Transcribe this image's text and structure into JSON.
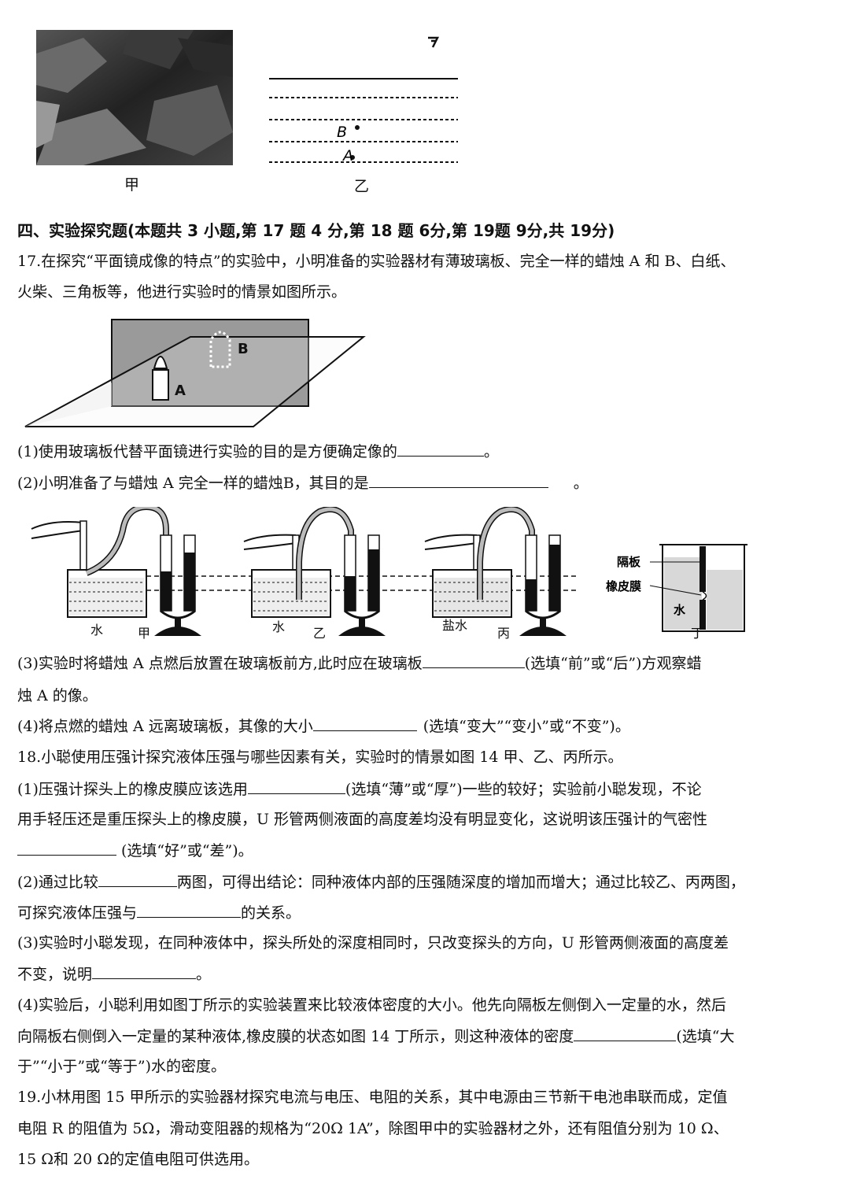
{
  "top_figures": {
    "cap_jia": "甲",
    "cap_yi": "乙",
    "label_b": "B",
    "label_a": "A"
  },
  "section4": {
    "heading": "四、实验探究题(本题共 3 小题,第 17 题 4 分,第 18 题 6分,第 19题 9分,共 19分)"
  },
  "q17": {
    "line1": "17.在探究“平面镜成像的特点”的实验中，小明准备的实验器材有薄玻璃板、完全一样的蜡烛 A 和 B、白纸、",
    "line2": "火柴、三角板等，他进行实验时的情景如图所示。",
    "fig_label_b": "B",
    "fig_label_a": "A",
    "p1": "(1)使用玻璃板代替平面镜进行实验的目的是方便确定像的",
    "p1_end": "。",
    "p2": "(2)小明准备了与蜡烛 A 完全一样的蜡烛B，其目的是",
    "p2_end": "。",
    "p3a": "(3)实验时将蜡烛 A 点燃后放置在玻璃板前方,此时应在玻璃板",
    "p3a_end": "(选填“前”或“后”)方观察蜡",
    "p3b": "烛 A 的像。",
    "p4": "(4)将点燃的蜡烛 A 远离玻璃板，其像的大小",
    "p4_end": "(选填“变大”“变小”或“不变”)。"
  },
  "fig14": {
    "cap_water": "水",
    "cap_jia": "甲",
    "cap_water2": "水",
    "cap_yi": "乙",
    "cap_salt": "盐水",
    "cap_bing": "丙",
    "cap_ding": "丁",
    "label_partition": "隔板",
    "label_membrane": "橡皮膜",
    "label_water": "水"
  },
  "q18": {
    "line1": "18.小聪使用压强计探究液体压强与哪些因素有关，实验时的情景如图 14 甲、乙、丙所示。",
    "p1a": "(1)压强计探头上的橡皮膜应该选用",
    "p1a_end": "(选填“薄”或“厚”)一些的较好；实验前小聪发现，不论",
    "p1b": "用手轻压还是重压探头上的橡皮膜，U 形管两侧液面的高度差均没有明显变化，这说明该压强计的气密性",
    "p1c_end": "(选填“好”或“差”)。",
    "p2a": "(2)通过比较",
    "p2a_end": "两图，可得出结论：同种液体内部的压强随深度的增加而增大；通过比较乙、丙两图，",
    "p2b": "可探究液体压强与",
    "p2b_end": "的关系。",
    "p3a": "(3)实验时小聪发现，在同种液体中，探头所处的深度相同时，只改变探头的方向，U 形管两侧液面的高度差",
    "p3b": "不变，说明",
    "p3b_end": "。",
    "p4a": "(4)实验后，小聪利用如图丁所示的实验装置来比较液体密度的大小。他先向隔板左侧倒入一定量的水，然后",
    "p4b": "向隔板右侧倒入一定量的某种液体,橡皮膜的状态如图 14 丁所示，则这种液体的密度",
    "p4b_end": "(选填“大",
    "p4c": "于”“小于”或“等于”)水的密度。"
  },
  "q19": {
    "line1": "19.小林用图 15 甲所示的实验器材探究电流与电压、电阻的关系，其中电源由三节新干电池串联而成，定值",
    "line2": "电阻 R 的阻值为 5Ω，滑动变阻器的规格为“20Ω  1A”，除图甲中的实验器材之外，还有阻值分别为 10 Ω、",
    "line3": "15 Ω和 20 Ω的定值电阻可供选用。"
  }
}
